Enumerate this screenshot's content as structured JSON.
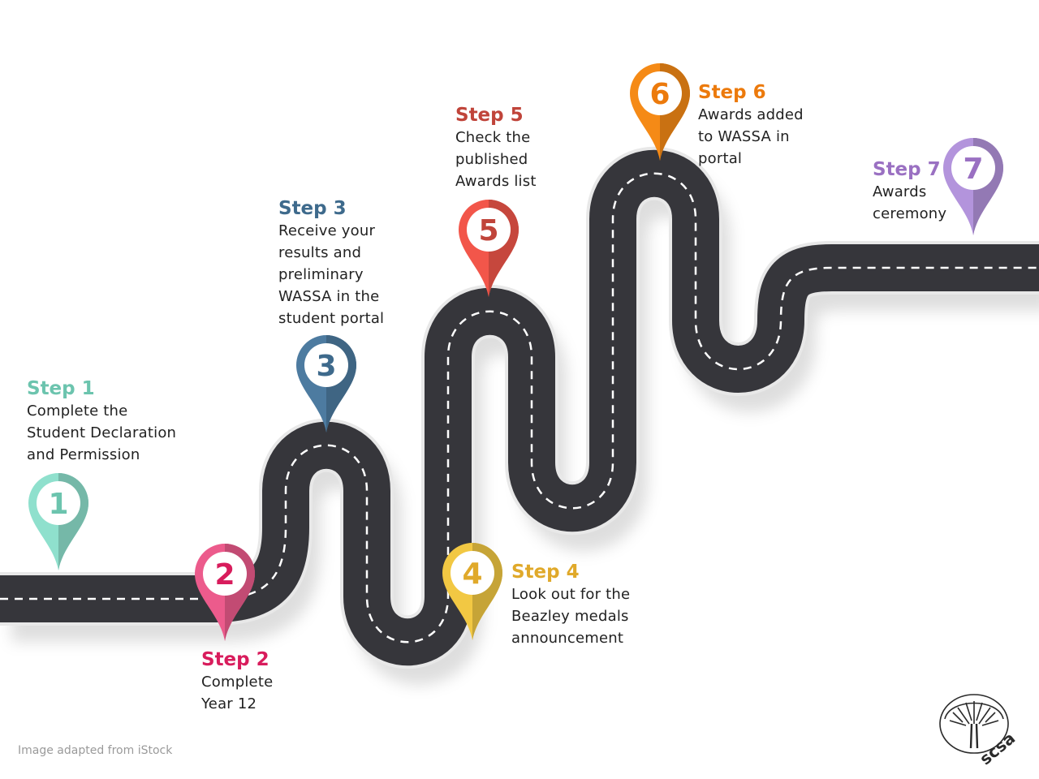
{
  "steps": [
    {
      "number": "1",
      "title": "Step 1",
      "desc": [
        "Complete the",
        "Student Declaration",
        "and Permission"
      ],
      "color": "#6cc4ae",
      "pin": "#8fe0cd"
    },
    {
      "number": "2",
      "title": "Step 2",
      "desc": [
        "Complete",
        "Year 12"
      ],
      "color": "#d81c5c",
      "pin": "#ec5b8c"
    },
    {
      "number": "3",
      "title": "Step 3",
      "desc": [
        "Receive your",
        "results and",
        "preliminary",
        "WASSA in the",
        "student portal"
      ],
      "color": "#3e6a8c",
      "pin": "#4d7ba0"
    },
    {
      "number": "4",
      "title": "Step 4",
      "desc": [
        "Look out for the",
        "Beazley medals",
        "announcement"
      ],
      "color": "#e0a92a",
      "pin": "#f2c843"
    },
    {
      "number": "5",
      "title": "Step 5",
      "desc": [
        "Check the",
        "published",
        "Awards list"
      ],
      "color": "#c0443a",
      "pin": "#f2564a"
    },
    {
      "number": "6",
      "title": "Step 6",
      "desc": [
        "Awards added",
        "to WASSA in",
        "portal"
      ],
      "color": "#ec7a0c",
      "pin": "#f58a16"
    },
    {
      "number": "7",
      "title": "Step 7",
      "desc": [
        "Awards",
        "ceremony"
      ],
      "color": "#9a70c2",
      "pin": "#b394dc"
    }
  ],
  "caption": "Image adapted from iStock",
  "logo": {
    "text": "scsa",
    "icon": "tree-icon"
  }
}
